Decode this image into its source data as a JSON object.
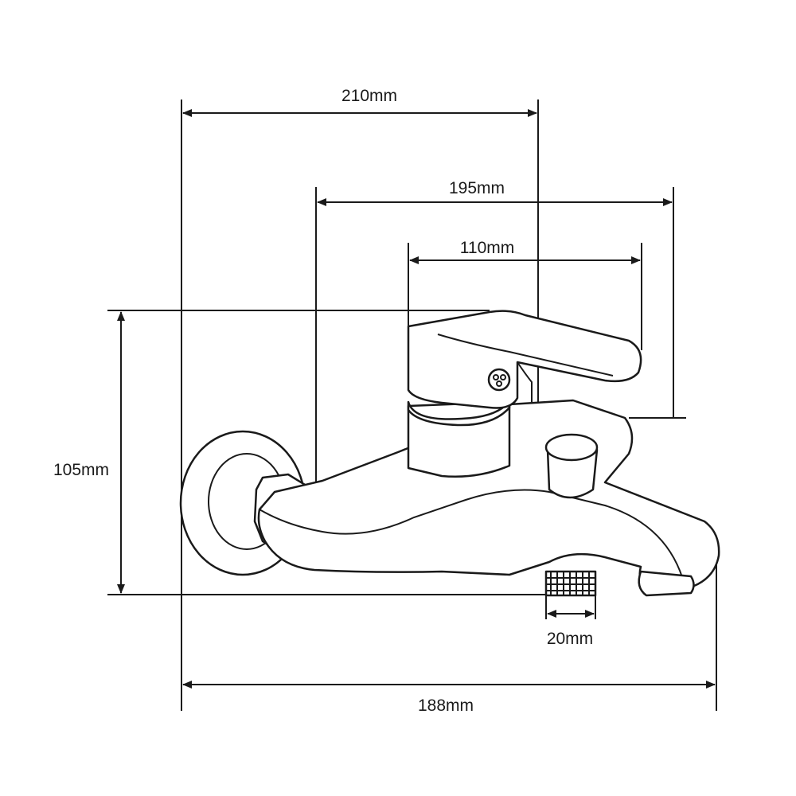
{
  "dimensions": {
    "overall_height": "210mm",
    "spout_reach": "195mm",
    "handle_length": "110mm",
    "wall_height": "105mm",
    "outlet_thread": "20mm",
    "overall_width": "188mm"
  },
  "colors": {
    "line": "#1a1a1a",
    "background": "#ffffff"
  }
}
